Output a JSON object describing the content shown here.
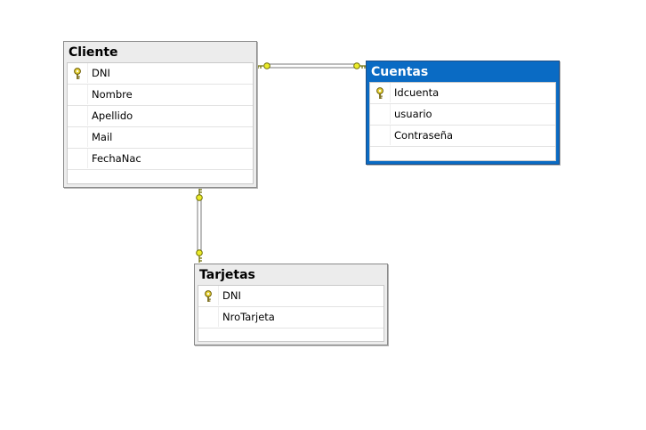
{
  "tables": {
    "cliente": {
      "name": "Cliente",
      "columns": [
        {
          "name": "DNI",
          "pk": true
        },
        {
          "name": "Nombre",
          "pk": false
        },
        {
          "name": "Apellido",
          "pk": false
        },
        {
          "name": "Mail",
          "pk": false
        },
        {
          "name": "FechaNac",
          "pk": false
        }
      ]
    },
    "cuentas": {
      "name": "Cuentas",
      "selected": true,
      "columns": [
        {
          "name": "Idcuenta",
          "pk": true
        },
        {
          "name": "usuario",
          "pk": false
        },
        {
          "name": "Contraseña",
          "pk": false
        }
      ]
    },
    "tarjetas": {
      "name": "Tarjetas",
      "columns": [
        {
          "name": "DNI",
          "pk": true
        },
        {
          "name": "NroTarjeta",
          "pk": false
        }
      ]
    }
  },
  "relationships": [
    {
      "from": "cliente",
      "to": "cuentas"
    },
    {
      "from": "cliente",
      "to": "tarjetas"
    }
  ],
  "colors": {
    "selected_header": "#0a6bc4",
    "key_icon": "#e8d43a",
    "connector_end": "#ecec2a"
  },
  "icons": [
    "primary-key-icon"
  ]
}
